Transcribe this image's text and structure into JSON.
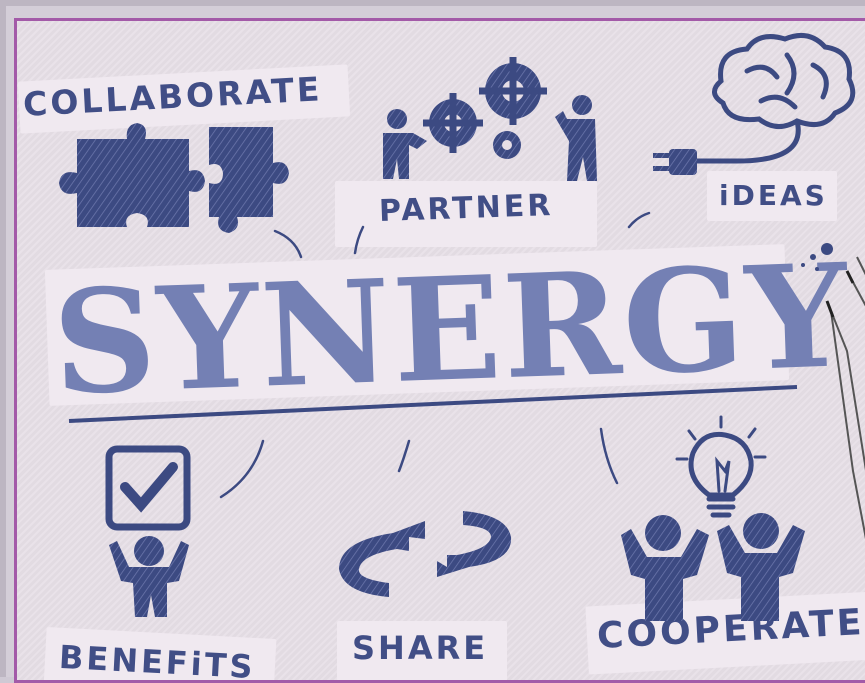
{
  "image": {
    "main_word": "SYNERGY",
    "labels": {
      "collaborate": "COLLABORATE",
      "partner": "PARTNER",
      "ideas": "iDEAS",
      "benefits": "BENEFiTS",
      "share": "SHARE",
      "cooperate": "COOPERATE"
    }
  },
  "colors": {
    "ink": "#3c4a82",
    "ink_light": "#7480b4",
    "paper": "#e6dee6",
    "card": "#f0e9f0",
    "border": "#a35aa8"
  },
  "icons": [
    "puzzle-pieces-icon",
    "people-with-gears-icon",
    "brain-icon",
    "plug-icon",
    "checkbox-person-icon",
    "exchange-arrows-icon",
    "lightbulb-icon",
    "cheering-people-icon",
    "pencils-icon"
  ]
}
